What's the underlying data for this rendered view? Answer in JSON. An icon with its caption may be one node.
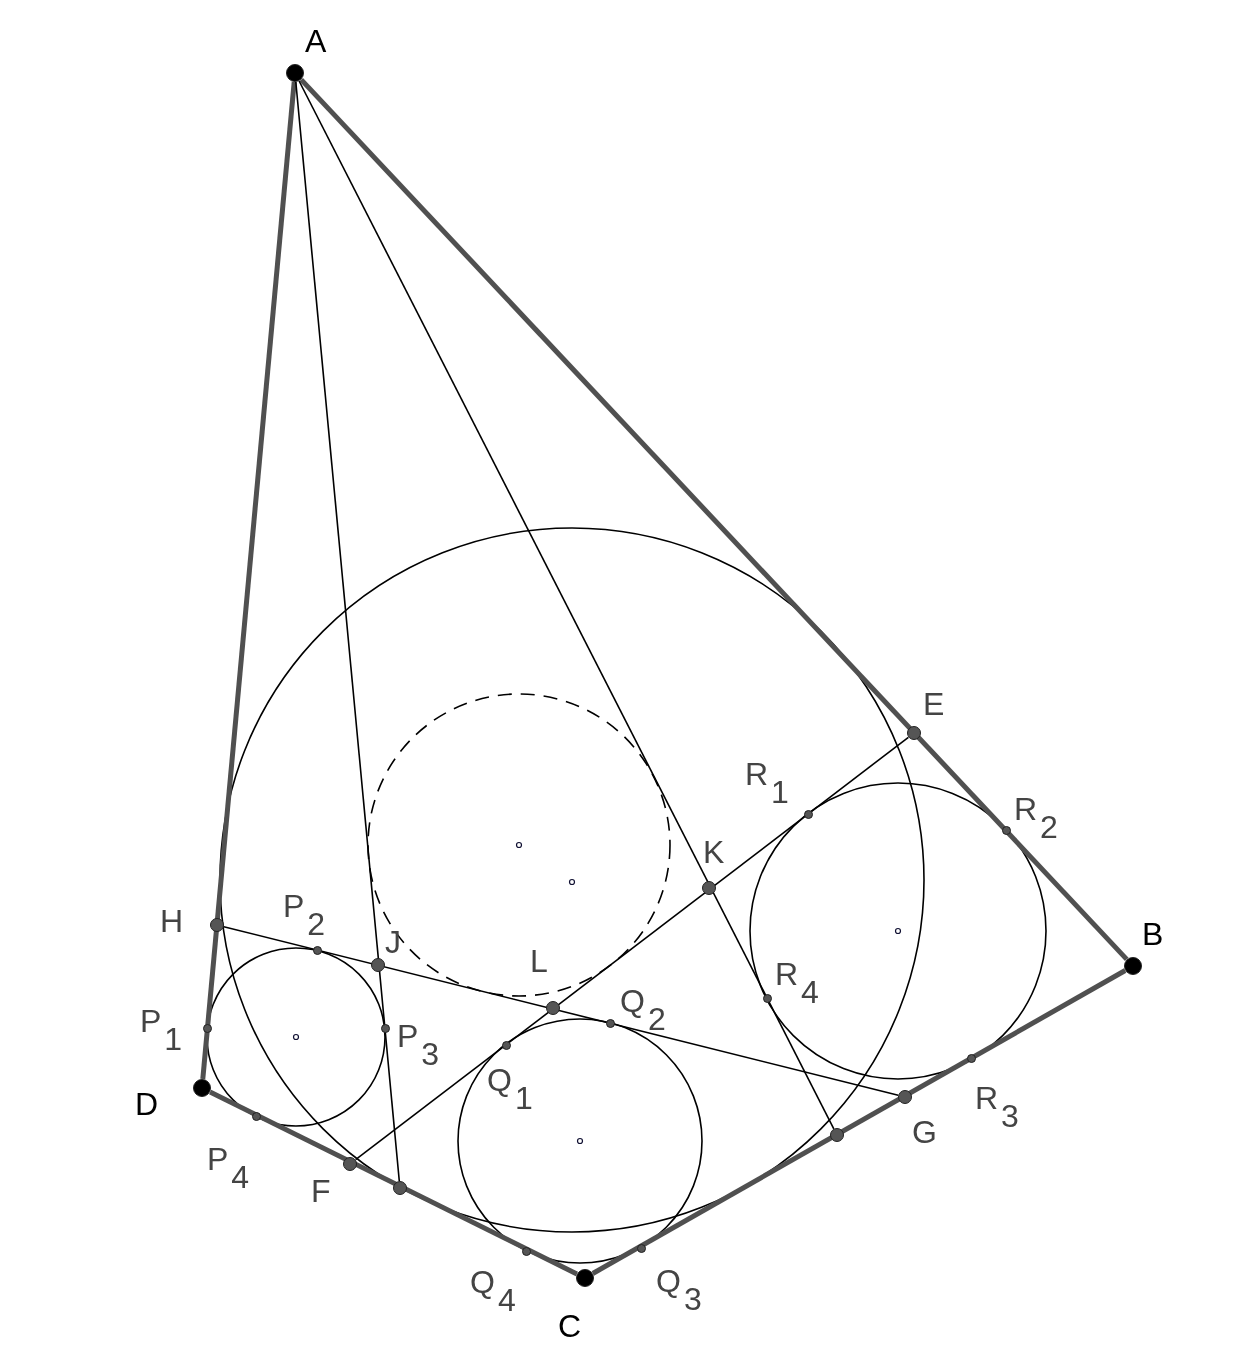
{
  "diagram": {
    "nodes": [
      {
        "text": [],
        "shape": "circle",
        "beside": [
          "A"
        ]
      },
      {
        "text": [],
        "shape": "circle",
        "beside": [
          "E"
        ]
      },
      {
        "text": [],
        "shape": "circle",
        "beside": [
          "R$_{1}$"
        ]
      },
      {
        "text": [],
        "shape": "circle",
        "beside": [
          "R$_{2}$"
        ]
      },
      {
        "text": [],
        "shape": "circle",
        "beside": [
          "K"
        ]
      },
      {
        "text": [],
        "shape": "circle",
        "beside": [
          "H"
        ]
      },
      {
        "text": [],
        "shape": "circle",
        "beside": [
          "P$_{2}$"
        ]
      },
      {
        "text": [],
        "shape": "circle",
        "beside": [
          "B"
        ]
      },
      {
        "text": [],
        "shape": "circle",
        "beside": [
          "J"
        ]
      },
      {
        "text": [],
        "shape": "circle",
        "beside": [
          "R$_{4}$"
        ]
      },
      {
        "text": [],
        "shape": "circle",
        "beside": [
          "L"
        ]
      },
      {
        "text": [],
        "shape": "circle",
        "beside": [
          "Q$_{2}$"
        ]
      },
      {
        "text": [],
        "shape": "circle",
        "beside": [
          "P$_{1}$"
        ]
      },
      {
        "text": [],
        "shape": "circle",
        "beside": [
          "P$_{3}$"
        ]
      },
      {
        "text": [],
        "shape": "circle",
        "beside": [
          "Q$_{1}$"
        ]
      },
      {
        "text": [],
        "shape": "circle",
        "beside": [
          "D"
        ]
      },
      {
        "text": [],
        "shape": "circle",
        "beside": [
          "G"
        ]
      },
      {
        "text": [],
        "shape": "circle",
        "beside": [
          "R$_{3}$"
        ]
      },
      {
        "text": [],
        "shape": "circle",
        "beside": [
          "P$_{4}$"
        ]
      },
      {
        "text": [],
        "shape": "circle"
      },
      {
        "text": [],
        "shape": "circle",
        "beside": [
          "F"
        ]
      },
      {
        "text": [],
        "shape": "circle"
      },
      {
        "text": [],
        "shape": "circle",
        "beside": [
          "Q$_{4}$"
        ]
      },
      {
        "text": [],
        "shape": "circle",
        "beside": [
          "Q$_{3}$"
        ]
      },
      {
        "text": [],
        "shape": "circle",
        "beside": [
          "C"
        ]
      }
    ],
    "edges": [
      {
        "from": 0,
        "to": 7,
        "arrow": "none",
        "style": "thick",
        "color": "#505050"
      },
      {
        "from": 7,
        "to": 24,
        "arrow": "none",
        "style": "thick",
        "color": "#505050"
      },
      {
        "from": 24,
        "to": 15,
        "arrow": "none",
        "style": "thick",
        "color": "#505050"
      },
      {
        "from": 15,
        "to": 0,
        "arrow": "none",
        "style": "thick",
        "color": "#505050"
      },
      {
        "from": 0,
        "to": 21,
        "arrow": "none"
      },
      {
        "from": 0,
        "to": 19,
        "arrow": "none"
      },
      {
        "from": 5,
        "to": 16,
        "arrow": "none"
      },
      {
        "from": 1,
        "to": 20,
        "arrow": "none"
      }
    ]
  }
}
